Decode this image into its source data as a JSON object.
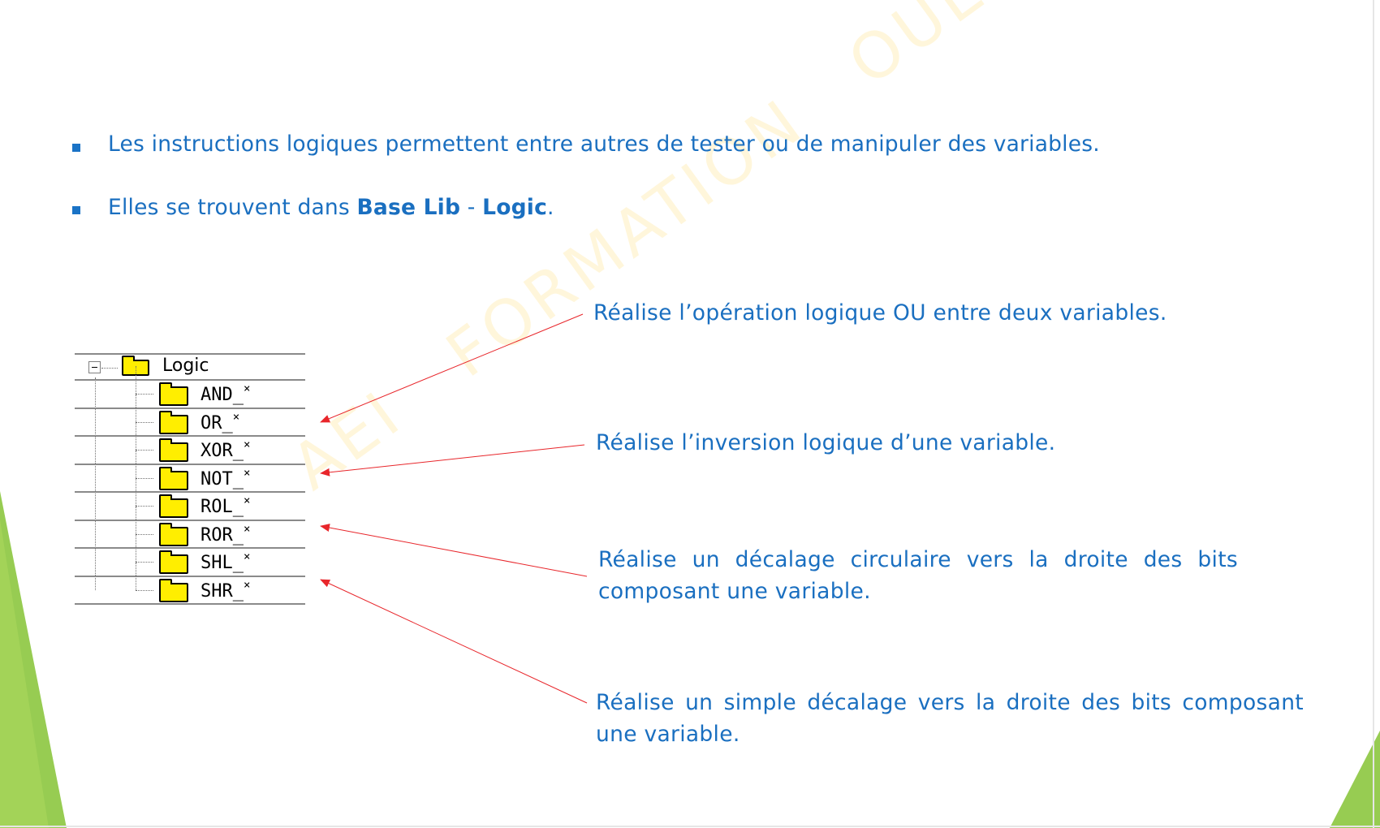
{
  "bullets": [
    {
      "text": "Les instructions logiques permettent entre autres de tester ou de manipuler des variables."
    },
    {
      "prefix": "Elles se trouvent dans ",
      "bold1": "Base Lib",
      "sep": " - ",
      "bold2": "Logic",
      "suffix": "."
    }
  ],
  "watermark": "AEI   FORMATION   OUEST",
  "tree": {
    "root": "Logic",
    "items": [
      {
        "label": "AND_",
        "mark": "×"
      },
      {
        "label": "OR_",
        "mark": "×"
      },
      {
        "label": "XOR_",
        "mark": "×"
      },
      {
        "label": "NOT_",
        "mark": "×"
      },
      {
        "label": "ROL_",
        "mark": "×"
      },
      {
        "label": "ROR_",
        "mark": "×"
      },
      {
        "label": "SHL_",
        "mark": "×"
      },
      {
        "label": "SHR_",
        "mark": "×"
      }
    ]
  },
  "annotations": [
    {
      "text": "Réalise l’opération logique OU entre deux variables."
    },
    {
      "text": "Réalise l’inversion logique d’une variable."
    },
    {
      "text": "Réalise un décalage circulaire vers la droite des bits composant une variable."
    },
    {
      "text": "Réalise un simple décalage vers la droite des bits composant une variable."
    }
  ],
  "colors": {
    "text": "#1a6fc0",
    "accent_green": "#8cc63f",
    "arrow": "#e8262b"
  }
}
